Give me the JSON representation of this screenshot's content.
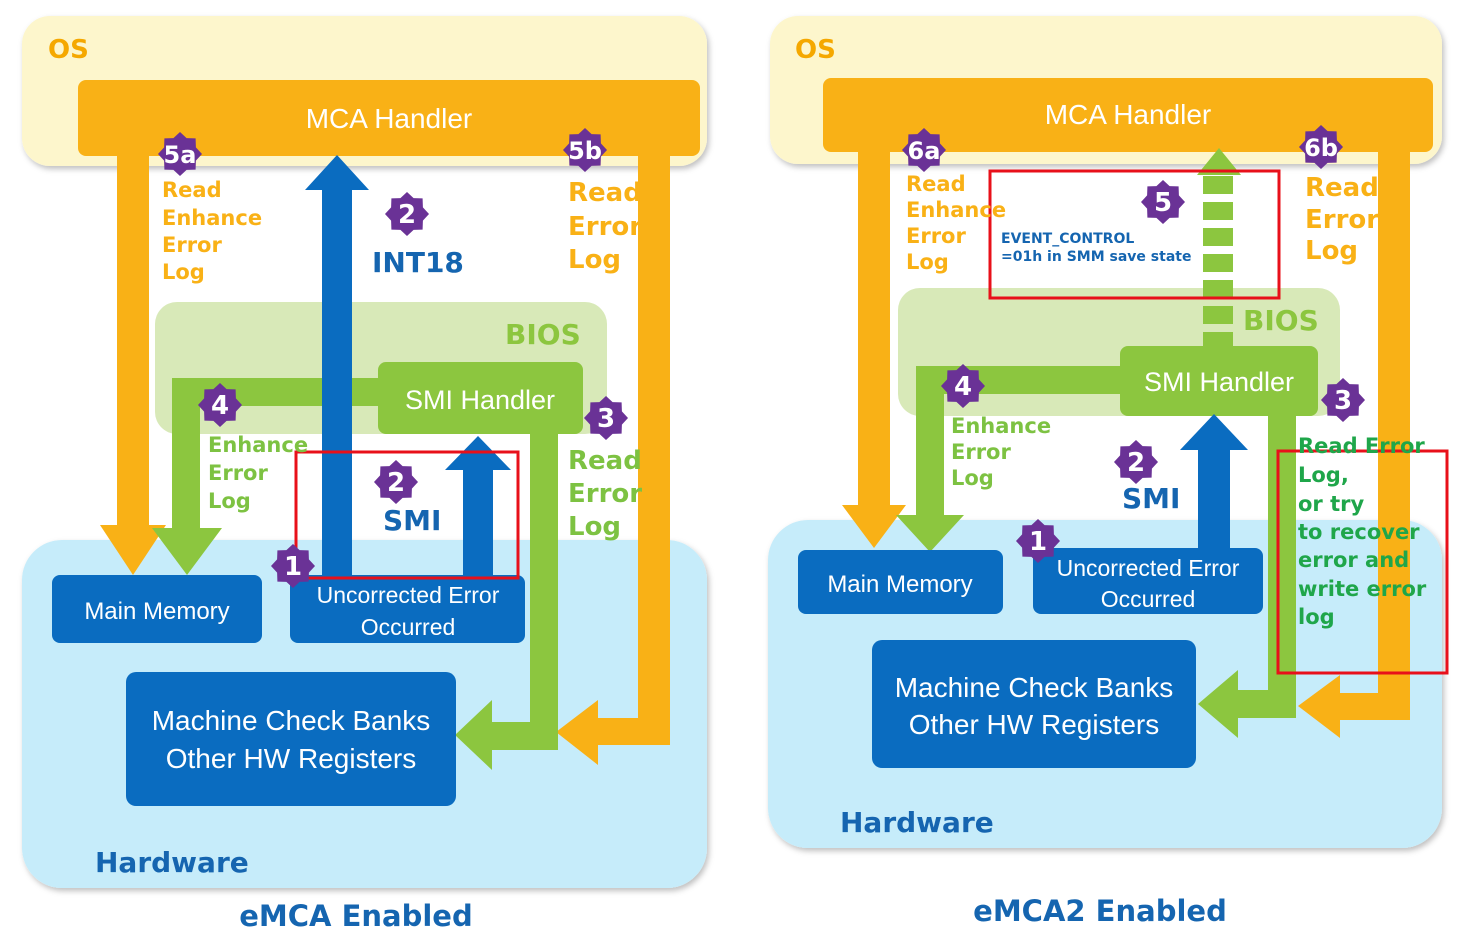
{
  "colors": {
    "os_bg": "#FDF6CC",
    "os_label": "#F5A800",
    "mca_orange": "#F9B116",
    "bios_bg": "#D8E9B8",
    "bios_label": "#8CC63F",
    "green": "#8CC63F",
    "green_text": "#7DC242",
    "hw_bg": "#C6ECFA",
    "blue_box": "#0A6CC0",
    "blue_arrow": "#0A6CC0",
    "hw_label": "#1565B0",
    "step_badge": "#6A3296",
    "highlight": "#E8101A",
    "caption": "#1565B0",
    "dark_green_text": "#1FA64A"
  },
  "left": {
    "os_label": "OS",
    "mca_handler": "MCA Handler",
    "bios_label": "BIOS",
    "smi_handler": "SMI Handler",
    "hardware_label": "Hardware",
    "main_memory": "Main Memory",
    "uncorrected_line1": "Uncorrected Error",
    "uncorrected_line2": "Occurred",
    "mcb_line1": "Machine Check Banks",
    "mcb_line2": "Other HW Registers",
    "step_5a": "5a",
    "step_5b": "5b",
    "step_2_int18": "2",
    "step_2_smi": "2",
    "step_3": "3",
    "step_4": "4",
    "step_1": "1",
    "label_5a": [
      "Read",
      "Enhance",
      "Error",
      "Log"
    ],
    "label_5b": [
      "Read",
      "Error",
      "Log"
    ],
    "label_int18": "INT18",
    "label_smi": "SMI",
    "label_3": [
      "Read",
      "Error",
      "Log"
    ],
    "label_4": [
      "Enhance",
      "Error",
      "Log"
    ],
    "caption": "eMCA Enabled"
  },
  "right": {
    "os_label": "OS",
    "mca_handler": "MCA Handler",
    "bios_label": "BIOS",
    "smi_handler": "SMI Handler",
    "hardware_label": "Hardware",
    "main_memory": "Main Memory",
    "uncorrected_line1": "Uncorrected Error",
    "uncorrected_line2": "Occurred",
    "mcb_line1": "Machine Check Banks",
    "mcb_line2": "Other HW Registers",
    "step_6a": "6a",
    "step_6b": "6b",
    "step_5": "5",
    "step_4": "4",
    "step_3": "3",
    "step_2": "2",
    "step_1": "1",
    "label_6a": [
      "Read",
      "Enhance",
      "Error",
      "Log"
    ],
    "label_6b": [
      "Read",
      "Error",
      "Log"
    ],
    "label_5": [
      "EVENT_CONTROL",
      "=01h in SMM save state"
    ],
    "label_4": [
      "Enhance",
      "Error",
      "Log"
    ],
    "label_3": [
      "Read Error",
      "Log,",
      "or try",
      "to recover",
      "error and",
      "write error",
      "log"
    ],
    "label_smi": "SMI",
    "caption": "eMCA2 Enabled"
  }
}
